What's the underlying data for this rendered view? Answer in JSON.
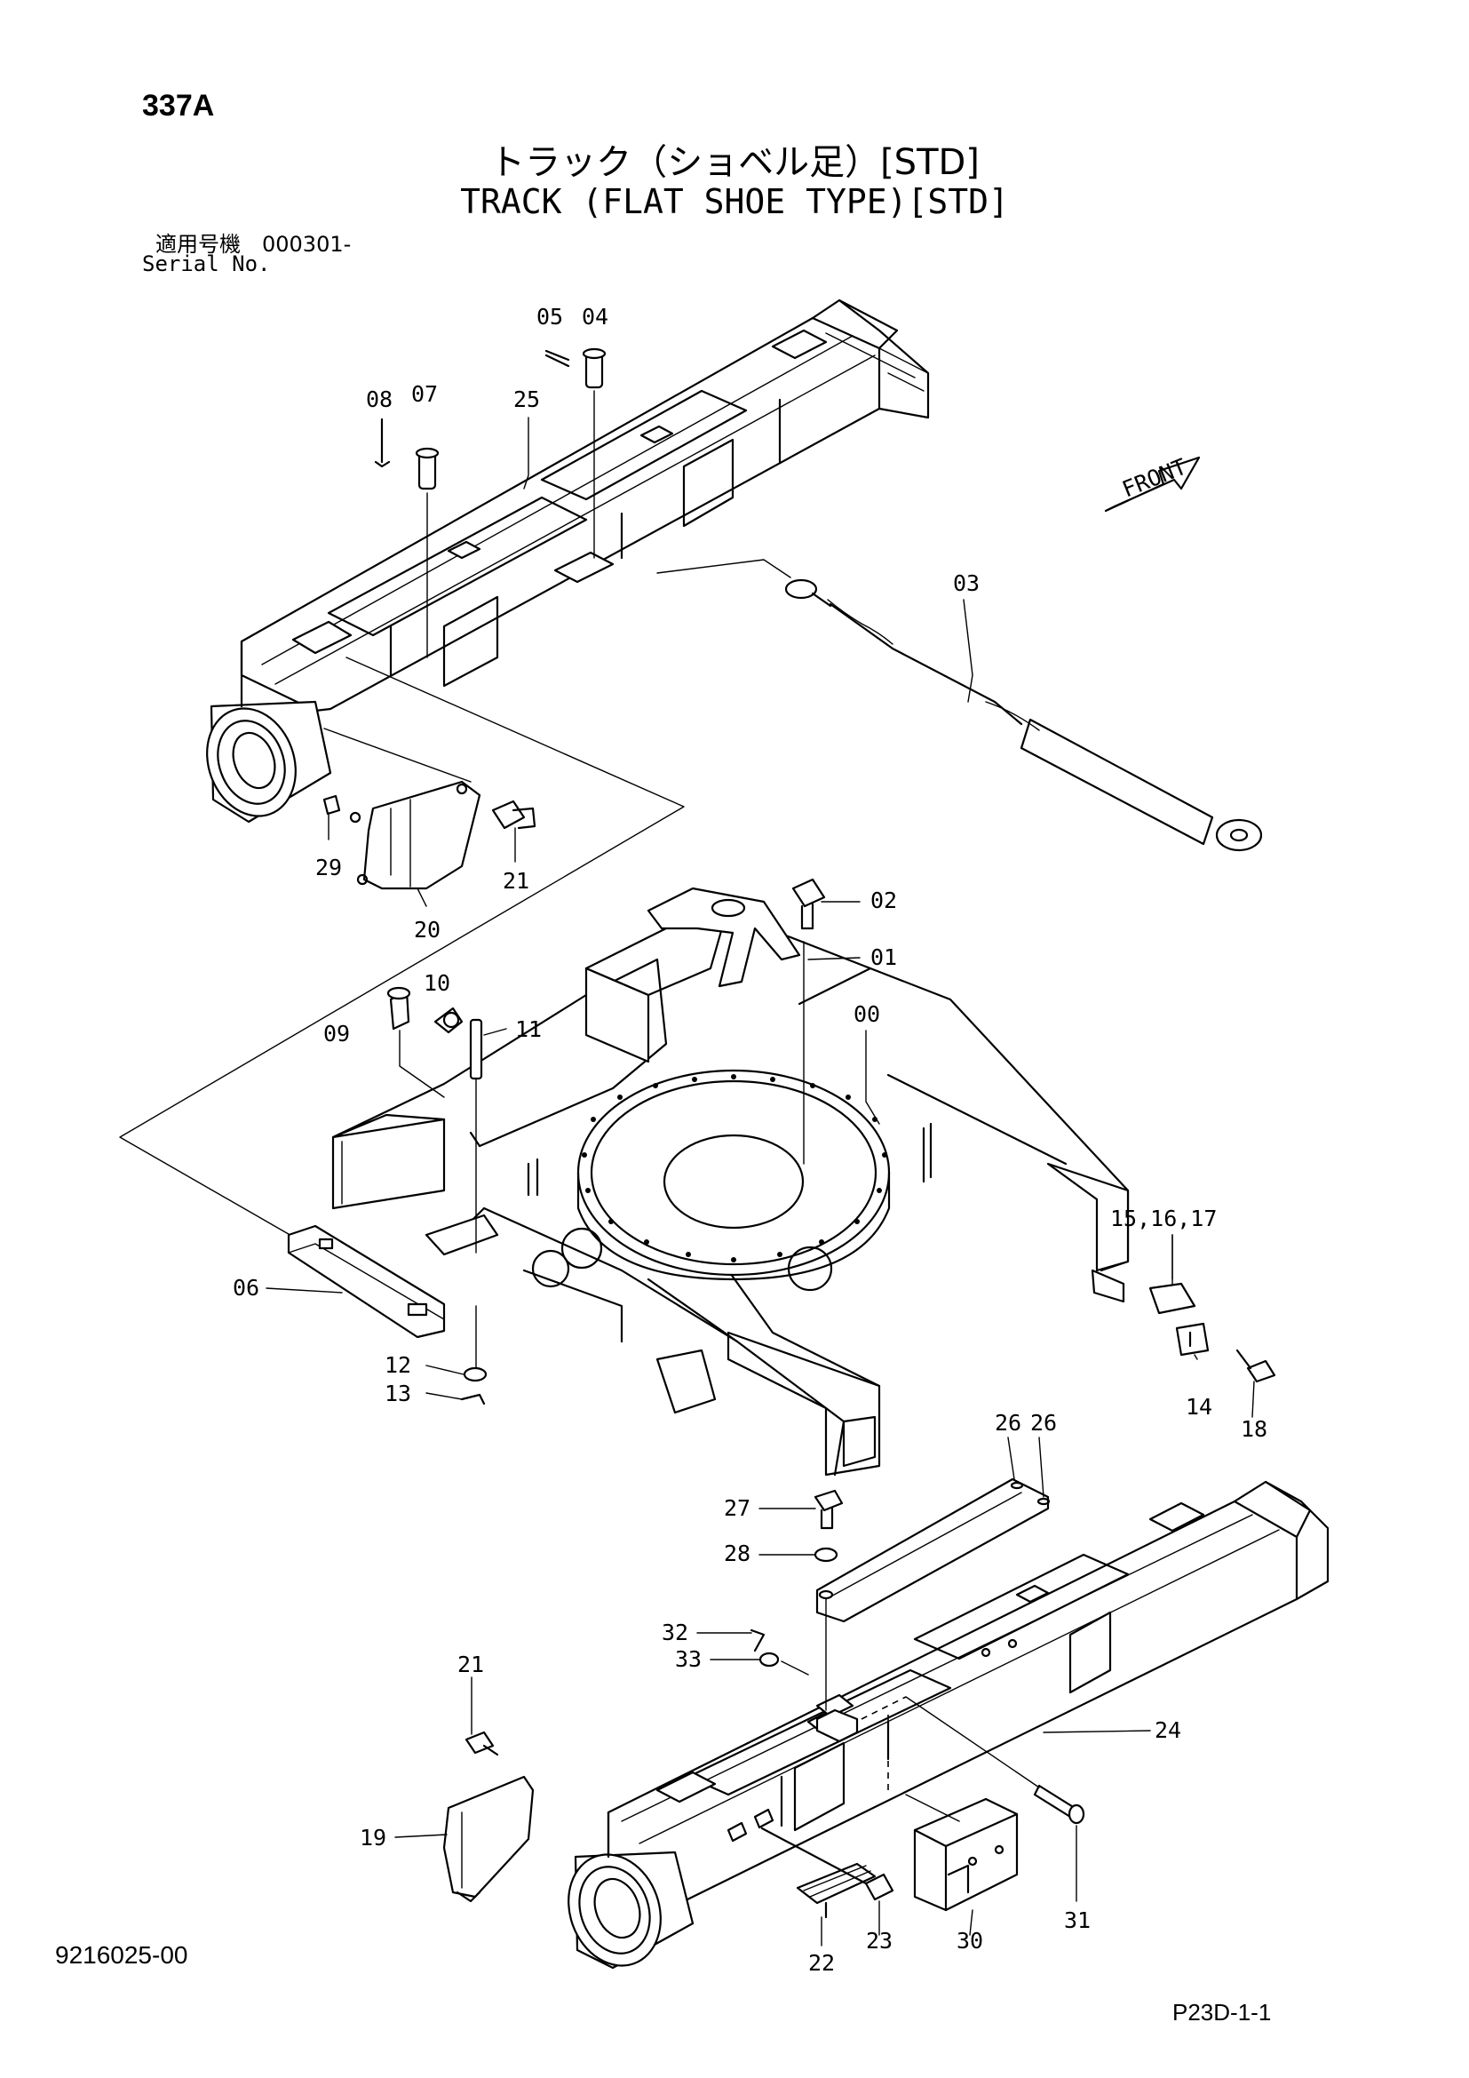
{
  "header": {
    "model_code": "337A",
    "title_jp": "トラック（ショベル足）[STD]",
    "title_en": "TRACK (FLAT SHOE TYPE)[STD]",
    "serial_label_jp": "適用号機　000301-",
    "serial_label_en": "Serial No."
  },
  "front_indicator": "FRONT",
  "parts": [
    {
      "key": "p05",
      "label": "05"
    },
    {
      "key": "p04",
      "label": "04"
    },
    {
      "key": "p08",
      "label": "08"
    },
    {
      "key": "p07",
      "label": "07"
    },
    {
      "key": "p25",
      "label": "25"
    },
    {
      "key": "p03",
      "label": "03"
    },
    {
      "key": "p29",
      "label": "29"
    },
    {
      "key": "p21a",
      "label": "21"
    },
    {
      "key": "p20",
      "label": "20"
    },
    {
      "key": "p02",
      "label": "02"
    },
    {
      "key": "p01",
      "label": "01"
    },
    {
      "key": "p10",
      "label": "10"
    },
    {
      "key": "p09",
      "label": "09"
    },
    {
      "key": "p11",
      "label": "11"
    },
    {
      "key": "p00",
      "label": "00"
    },
    {
      "key": "p151617",
      "label": "15,16,17"
    },
    {
      "key": "p06",
      "label": "06"
    },
    {
      "key": "p12",
      "label": "12"
    },
    {
      "key": "p13",
      "label": "13"
    },
    {
      "key": "p14",
      "label": "14"
    },
    {
      "key": "p18",
      "label": "18"
    },
    {
      "key": "p26a",
      "label": "26"
    },
    {
      "key": "p26b",
      "label": "26"
    },
    {
      "key": "p27",
      "label": "27"
    },
    {
      "key": "p28",
      "label": "28"
    },
    {
      "key": "p32",
      "label": "32"
    },
    {
      "key": "p33",
      "label": "33"
    },
    {
      "key": "p21b",
      "label": "21"
    },
    {
      "key": "p24",
      "label": "24"
    },
    {
      "key": "p19",
      "label": "19"
    },
    {
      "key": "p31",
      "label": "31"
    },
    {
      "key": "p22",
      "label": "22"
    },
    {
      "key": "p23",
      "label": "23"
    },
    {
      "key": "p30",
      "label": "30"
    }
  ],
  "footer": {
    "doc_number": "9216025-00",
    "page_code": "P23D-1-1"
  }
}
